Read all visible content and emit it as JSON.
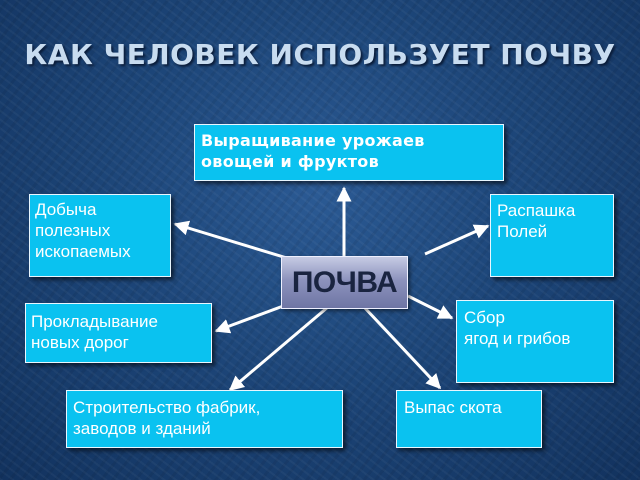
{
  "title": "КАК ЧЕЛОВЕК ИСПОЛЬЗУЕТ ПОЧВУ",
  "center": "ПОЧВА",
  "nodes": {
    "crops": "Выращивание урожаев\nовощей и фруктов",
    "mining": "Добыча\nполезных\nископаемых",
    "plowing": "Распашка\nПолей",
    "roads": "Прокладывание\nновых дорог",
    "berries": "Сбор\nягод и грибов",
    "construction": "Строительство фабрик,\nзаводов и зданий",
    "grazing": "Выпас скота"
  },
  "colors": {
    "background": "#1d4679",
    "box": "#0ac2f0",
    "center": "#8d93bd",
    "arrow": "#ffffff"
  }
}
